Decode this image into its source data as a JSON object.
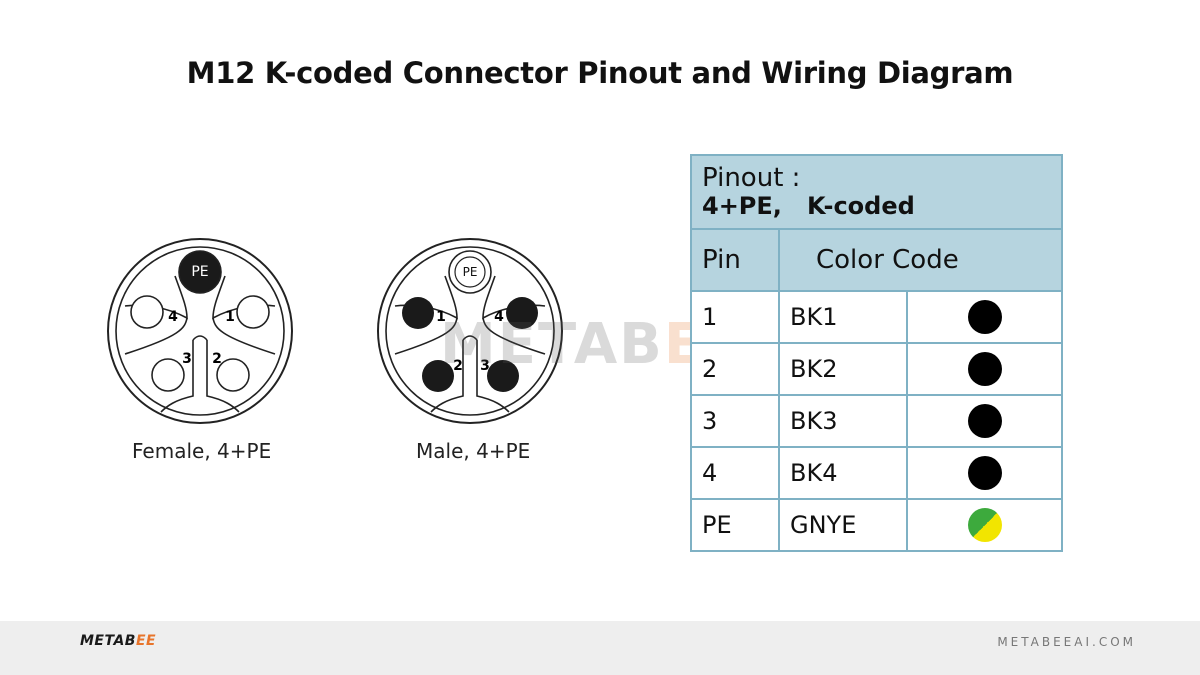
{
  "title": "M12 K-coded Connector Pinout and Wiring Diagram",
  "female": {
    "caption": "Female, 4+PE",
    "pins": {
      "pe": "PE",
      "p1": "1",
      "p2": "2",
      "p3": "3",
      "p4": "4"
    }
  },
  "male": {
    "caption": "Male, 4+PE",
    "pins": {
      "pe": "PE",
      "p1": "1",
      "p2": "2",
      "p3": "3",
      "p4": "4"
    }
  },
  "watermark": {
    "part_a": "METAB",
    "part_b": "EE"
  },
  "table": {
    "header_line1": "Pinout :",
    "header_line2": "4+PE,   K-coded",
    "col_pin": "Pin",
    "col_color": "Color Code",
    "rows": [
      {
        "pin": "1",
        "code": "BK1",
        "color": "#000000"
      },
      {
        "pin": "2",
        "code": "BK2",
        "color": "#000000"
      },
      {
        "pin": "3",
        "code": "BK3",
        "color": "#000000"
      },
      {
        "pin": "4",
        "code": "BK4",
        "color": "#000000"
      },
      {
        "pin": "PE",
        "code": "GNYE",
        "color_a": "#3daa3d",
        "color_b": "#f2e500"
      }
    ]
  },
  "footer": {
    "logo_a": "METAB",
    "logo_b": "EE",
    "url": "METABEEAI.COM"
  }
}
